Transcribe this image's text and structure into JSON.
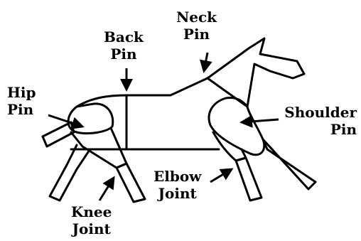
{
  "diagram": {
    "labels": {
      "neck_pin": [
        "Neck",
        "Pin"
      ],
      "back_pin": [
        "Back",
        "Pin"
      ],
      "hip_pin": [
        "Hip",
        "Pin"
      ],
      "shoulder_pin": [
        "Shoulder",
        "Pin"
      ],
      "elbow_joint": [
        "Elbow",
        "Joint"
      ],
      "knee_joint": [
        "Knee",
        "Joint"
      ]
    }
  }
}
